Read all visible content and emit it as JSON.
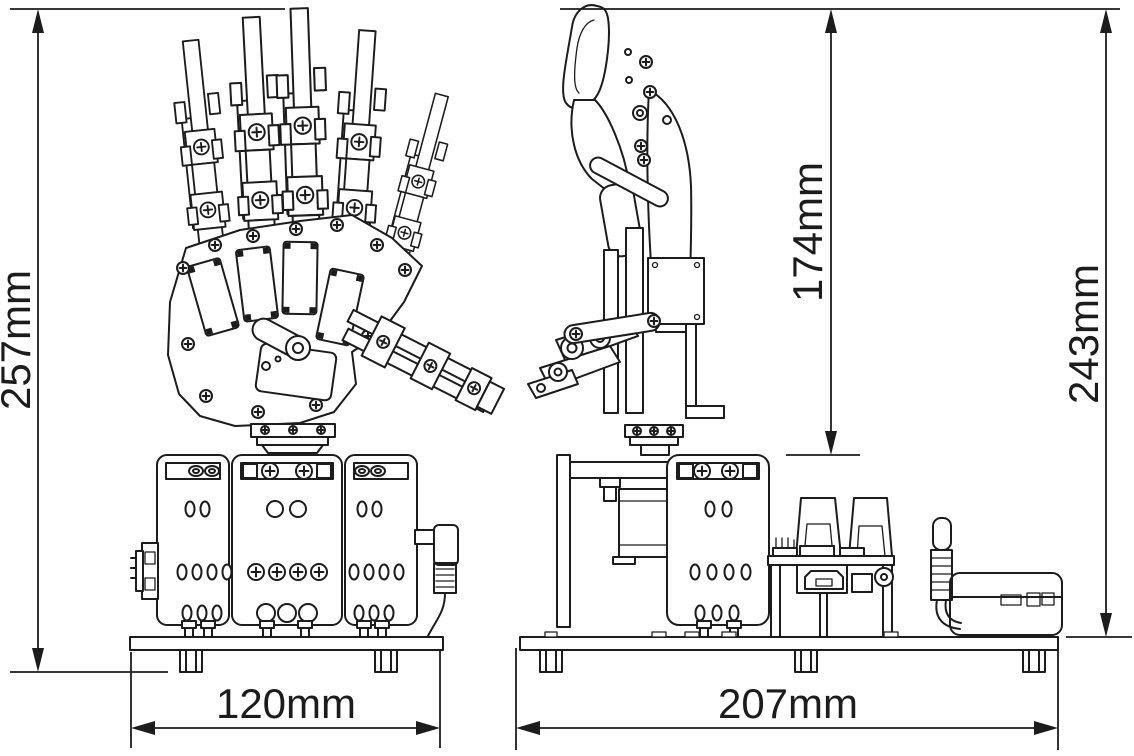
{
  "page": {
    "background": "#ffffff",
    "line_color": "#1c1c1c"
  },
  "dimensions": {
    "front_height": {
      "label": "257mm"
    },
    "front_width": {
      "label": "120mm"
    },
    "side_hand_height": {
      "label": "174mm"
    },
    "side_total_height": {
      "label": "243mm"
    },
    "side_width": {
      "label": "207mm"
    }
  }
}
